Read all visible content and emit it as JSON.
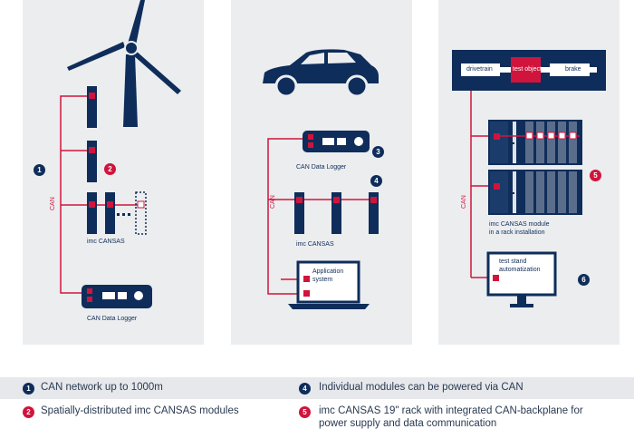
{
  "colors": {
    "navy": "#0f2d5a",
    "red": "#d1143c",
    "panel": "#ebedef",
    "legend_bg": "#e6e8eb"
  },
  "panel1": {
    "can_label": "CAN",
    "modules_label": "imc CANSAS",
    "logger_label": "CAN Data Logger",
    "badge1": "1",
    "badge2": "2"
  },
  "panel2": {
    "can_label": "CAN",
    "logger_label": "CAN Data Logger",
    "modules_label": "imc CANSAS",
    "app_label_1": "Application",
    "app_label_2": "system",
    "badge3": "3",
    "badge4": "4"
  },
  "panel3": {
    "can_label": "CAN",
    "drivetrain": "drivetrain",
    "test_object": "test object",
    "brake": "brake",
    "rack_label_1": "imc CANSAS module",
    "rack_label_2": "in a rack installation",
    "stand_label_1": "test stand",
    "stand_label_2": "automatization",
    "badge5": "5",
    "badge6": "6"
  },
  "legend": [
    {
      "num": "1",
      "text": "CAN network up to 1000m"
    },
    {
      "num": "4",
      "text": "Individual modules can be powered via CAN"
    },
    {
      "num": "2",
      "text": "Spatially-distributed imc CANSAS modules"
    },
    {
      "num": "5",
      "text": "imc CANSAS 19\" rack with integrated CAN-backplane for"
    },
    {
      "cont": "power supply and data communication"
    }
  ]
}
